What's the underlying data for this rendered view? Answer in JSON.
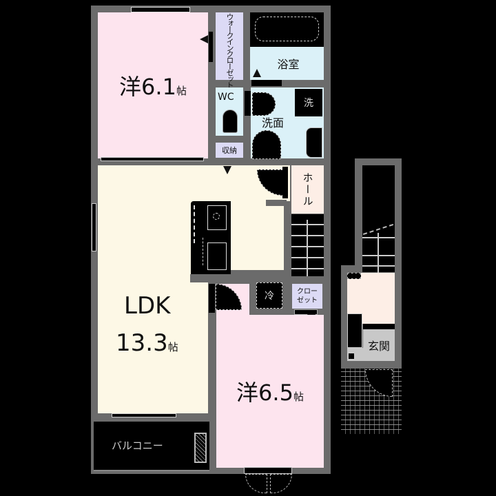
{
  "floorplan": {
    "colors": {
      "background": "#000000",
      "wall": "#6b6b6b",
      "bedroom": "#fde4ee",
      "ldk": "#fdf8e6",
      "wet_area": "#dbf1f8",
      "closet": "#dcdaf5",
      "hall": "#fdeee6",
      "entrance_floor": "#c8c8c8"
    },
    "rooms": {
      "western_room_1": {
        "type": "洋",
        "size": "6.1",
        "unit": "帖"
      },
      "walk_in_closet": {
        "label": "ウォークインクローゼット"
      },
      "bathroom": {
        "label": "浴室"
      },
      "wc": {
        "label": "WC"
      },
      "washroom": {
        "label": "洗面"
      },
      "storage": {
        "label": "収納"
      },
      "hall": {
        "label": "ホール"
      },
      "ldk": {
        "name": "LDK",
        "size": "13.3",
        "unit": "帖"
      },
      "closet": {
        "label": "クローゼット"
      },
      "western_room_2": {
        "type": "洋",
        "size": "6.5",
        "unit": "帖"
      },
      "balcony": {
        "label": "バルコニー"
      },
      "entrance": {
        "label": "玄関"
      }
    },
    "icons": {
      "washer": "洗",
      "fridge": "冷"
    }
  }
}
